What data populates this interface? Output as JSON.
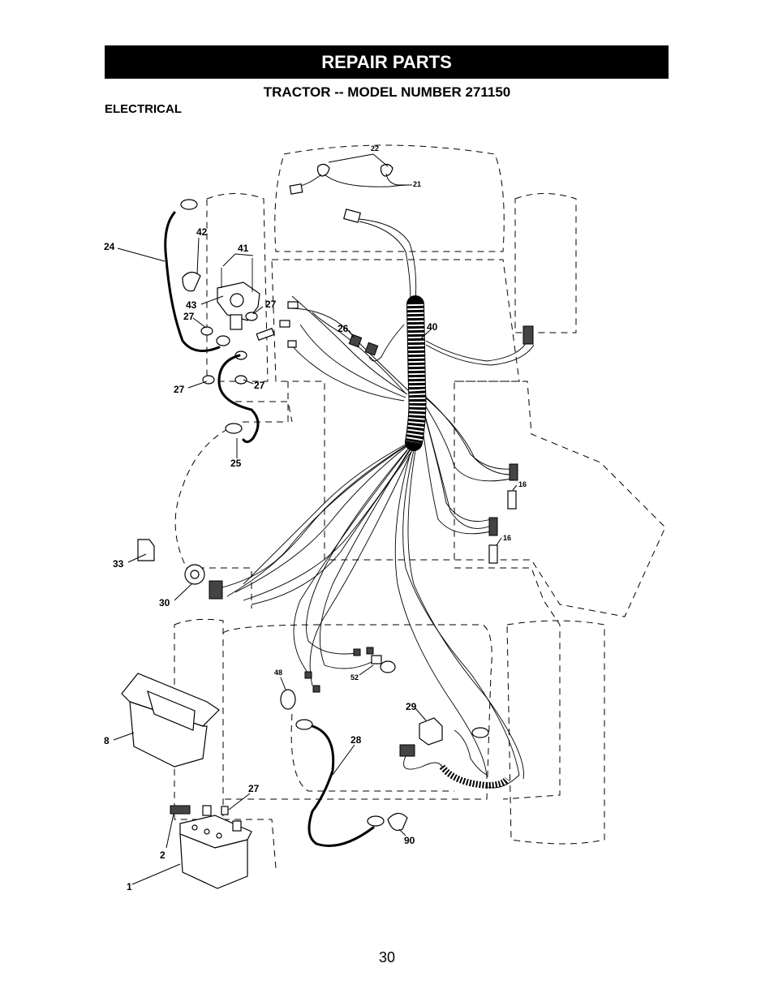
{
  "header": {
    "banner": "REPAIR PARTS",
    "model_title": "TRACTOR -- MODEL NUMBER 271150",
    "section": "ELECTRICAL"
  },
  "page_number": "30",
  "callouts": {
    "c1": "1",
    "c2": "2",
    "c8": "8",
    "c16a": "16",
    "c16b": "16",
    "c21": "21",
    "c22": "22",
    "c24": "24",
    "c25": "25",
    "c26": "26",
    "c27a": "27",
    "c27b": "27",
    "c27c": "27",
    "c27d": "27",
    "c27e": "27",
    "c28": "28",
    "c29": "29",
    "c30": "30",
    "c33": "33",
    "c40": "40",
    "c41": "41",
    "c42": "42",
    "c43": "43",
    "c48": "48",
    "c52": "52",
    "c90": "90"
  }
}
